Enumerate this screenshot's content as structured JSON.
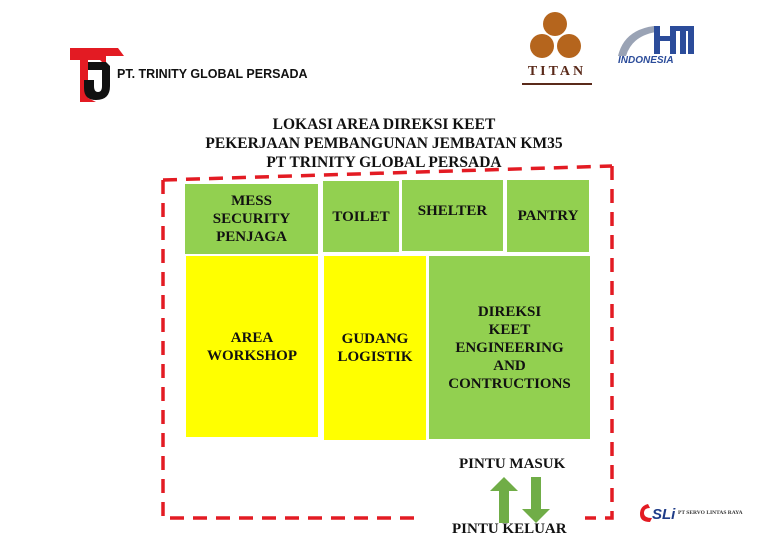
{
  "header": {
    "company_logo_text": "PT. TRINITY GLOBAL PERSADA",
    "titan_text": "TITAN",
    "hk_text": "INDONESIA",
    "sli_text": "PT SERVO LINTAS RAYA"
  },
  "title": {
    "line1": "LOKASI AREA DIREKSI KEET",
    "line2": "PEKERJAAN PEMBANGUNAN JEMBATAN KM35",
    "line3": "PT TRINITY GLOBAL PERSADA"
  },
  "blocks": {
    "mess": "MESS\nSECURITY\nPENJAGA",
    "toilet": "TOILET",
    "shelter": "SHELTER",
    "pantry": "PANTRY",
    "workshop": "AREA\nWORKSHOP",
    "gudang": "GUDANG\nLOGISTIK",
    "direksi": "DIREKSI\nKEET\nENGINEERING\nAND\nCONTRUCTIONS"
  },
  "gates": {
    "entry": "PINTU MASUK",
    "exit": "PINTU KELUAR"
  },
  "colors": {
    "green": "#92d050",
    "yellow": "#ffff00",
    "boundary": "#e31b23",
    "arrow": "#70ad47"
  }
}
